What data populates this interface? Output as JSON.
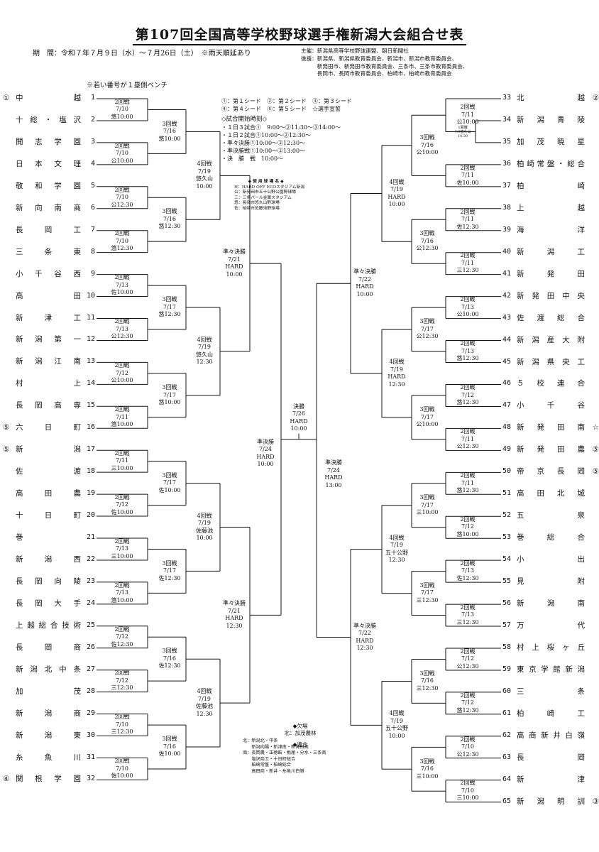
{
  "title": "第107回全国高等学校野球選手権新潟大会組合せ表",
  "period": "期　間：令和７年７月９日（水）～７月26日（土）　※雨天順延あり",
  "hosts": [
    "主催：新潟県高等学校野球連盟、朝日新聞社",
    "後援：新潟県、新潟県教育委員会、新潟市、新潟市教育委員会、",
    "　　　新発田市、新発田市教育委員会、三条市、三条市教育委員会、",
    "　　　長岡市、長岡市教育委員会、柏崎市、柏崎市教育委員会"
  ],
  "bench_note": "※若い番号が１塁側ベンチ",
  "seeds": [
    "①：第１シード　②：第２シード　③：第３シード",
    "④：第４シード　⑤：第５シード　☆選手宣誓"
  ],
  "times_title": "◇試合開始時刻◇",
  "times": [
    "・１日３試合①　9:00～②11:30～③14:00～",
    "・１日２試合①10:00～②12:30～",
    "・準々決勝①10:00～②12:30～",
    "・準決勝戦①10:00～②13:00～",
    "・決　勝　戦　10:00～"
  ],
  "venues_title": "◆ 使 用 球 場 名 ◆",
  "venues": [
    "H：HARD OFF ECOスタジアム新潟",
    "公：新発田市五十公野公園野球場",
    "三：三条パール金属スタジアム",
    "悠：長岡市悠久山野球場",
    "佐：柏崎市佐藤池野球場"
  ],
  "absent_title": "◆欠場",
  "absent": "北：加茂農林",
  "alliance_title": "◆連合",
  "alliance": [
    "北：新潟北・中条",
    "　　新潟向陽・新津南・新発田商",
    "南：長岡農・正徳館・栃尾・分水・三条商",
    "　　塩沢商工・十日町総合",
    "　　柏崎常盤・柏崎総合",
    "　　高田商・新井・糸魚川白嶺"
  ],
  "teams_left": [
    {
      "num": "1",
      "name": "中越",
      "seed": "①"
    },
    {
      "num": "2",
      "name": "十総・塩沢",
      "seed": ""
    },
    {
      "num": "3",
      "name": "開志学園",
      "seed": ""
    },
    {
      "num": "4",
      "name": "日本文理",
      "seed": ""
    },
    {
      "num": "5",
      "name": "敬和学園",
      "seed": ""
    },
    {
      "num": "6",
      "name": "新向南商",
      "seed": ""
    },
    {
      "num": "7",
      "name": "長岡工",
      "seed": ""
    },
    {
      "num": "8",
      "name": "三条東",
      "seed": ""
    },
    {
      "num": "9",
      "name": "小千谷西",
      "seed": ""
    },
    {
      "num": "10",
      "name": "高田",
      "seed": ""
    },
    {
      "num": "11",
      "name": "新津工",
      "seed": ""
    },
    {
      "num": "12",
      "name": "新潟第一",
      "seed": ""
    },
    {
      "num": "13",
      "name": "新潟江南",
      "seed": ""
    },
    {
      "num": "14",
      "name": "村上",
      "seed": ""
    },
    {
      "num": "15",
      "name": "長岡高専",
      "seed": ""
    },
    {
      "num": "16",
      "name": "六日町",
      "seed": "⑤"
    },
    {
      "num": "17",
      "name": "新潟",
      "seed": "⑤"
    },
    {
      "num": "18",
      "name": "佐渡",
      "seed": ""
    },
    {
      "num": "19",
      "name": "高田農",
      "seed": ""
    },
    {
      "num": "20",
      "name": "十日町",
      "seed": ""
    },
    {
      "num": "21",
      "name": "巻",
      "seed": ""
    },
    {
      "num": "22",
      "name": "新潟西",
      "seed": ""
    },
    {
      "num": "23",
      "name": "長岡向陵",
      "seed": ""
    },
    {
      "num": "24",
      "name": "長岡大手",
      "seed": ""
    },
    {
      "num": "25",
      "name": "上越総合技術",
      "seed": ""
    },
    {
      "num": "26",
      "name": "長岡商",
      "seed": ""
    },
    {
      "num": "27",
      "name": "新潟北中条",
      "seed": ""
    },
    {
      "num": "28",
      "name": "加茂",
      "seed": ""
    },
    {
      "num": "29",
      "name": "新潟商",
      "seed": ""
    },
    {
      "num": "30",
      "name": "新潟東",
      "seed": ""
    },
    {
      "num": "31",
      "name": "糸魚川",
      "seed": ""
    },
    {
      "num": "32",
      "name": "関根学園",
      "seed": "④"
    }
  ],
  "teams_right": [
    {
      "num": "33",
      "name": "北越",
      "seed": "②"
    },
    {
      "num": "34",
      "name": "新潟青陵",
      "seed": ""
    },
    {
      "num": "35",
      "name": "加茂暁星",
      "seed": ""
    },
    {
      "num": "36",
      "name": "柏崎常盤・総合",
      "seed": ""
    },
    {
      "num": "37",
      "name": "柏崎",
      "seed": ""
    },
    {
      "num": "38",
      "name": "上越",
      "seed": ""
    },
    {
      "num": "39",
      "name": "海洋",
      "seed": ""
    },
    {
      "num": "40",
      "name": "新潟工",
      "seed": ""
    },
    {
      "num": "41",
      "name": "新発田",
      "seed": ""
    },
    {
      "num": "42",
      "name": "新発田中央",
      "seed": ""
    },
    {
      "num": "43",
      "name": "佐渡総合",
      "seed": ""
    },
    {
      "num": "44",
      "name": "新潟産大附",
      "seed": ""
    },
    {
      "num": "45",
      "name": "新潟県央工",
      "seed": ""
    },
    {
      "num": "46",
      "name": "５校連合",
      "seed": ""
    },
    {
      "num": "47",
      "name": "小千谷",
      "seed": ""
    },
    {
      "num": "48",
      "name": "新発田南",
      "seed": "☆"
    },
    {
      "num": "49",
      "name": "新発田農",
      "seed": "⑤"
    },
    {
      "num": "50",
      "name": "帝京長岡",
      "seed": "⑤"
    },
    {
      "num": "51",
      "name": "高田北城",
      "seed": ""
    },
    {
      "num": "52",
      "name": "五泉",
      "seed": ""
    },
    {
      "num": "53",
      "name": "巻総合",
      "seed": ""
    },
    {
      "num": "54",
      "name": "小出",
      "seed": ""
    },
    {
      "num": "55",
      "name": "見附",
      "seed": ""
    },
    {
      "num": "56",
      "name": "新潟南",
      "seed": ""
    },
    {
      "num": "57",
      "name": "万代",
      "seed": ""
    },
    {
      "num": "58",
      "name": "村上桜ヶ丘",
      "seed": ""
    },
    {
      "num": "59",
      "name": "東京学館新潟",
      "seed": ""
    },
    {
      "num": "60",
      "name": "三条",
      "seed": ""
    },
    {
      "num": "61",
      "name": "柏崎工",
      "seed": ""
    },
    {
      "num": "62",
      "name": "高商新井白嶺",
      "seed": ""
    },
    {
      "num": "63",
      "name": "長岡",
      "seed": ""
    },
    {
      "num": "64",
      "name": "新津",
      "seed": ""
    },
    {
      "num": "65",
      "name": "新潟明訓",
      "seed": "③"
    }
  ],
  "games": {
    "L_r2": [
      [
        "2回戦",
        "7/10",
        "悠10:00"
      ],
      [
        "2回戦",
        "7/10",
        "公10:00"
      ],
      [
        "2回戦",
        "7/10",
        "公12:30"
      ],
      [
        "2回戦",
        "7/10",
        "悠12:30"
      ],
      [
        "2回戦",
        "7/13",
        "佐10:00"
      ],
      [
        "2回戦",
        "7/13",
        "公12:30"
      ],
      [
        "2回戦",
        "7/12",
        "公10:00"
      ],
      [
        "2回戦",
        "7/11",
        "悠10:00"
      ],
      [
        "2回戦",
        "7/11",
        "三10:00"
      ],
      [
        "2回戦",
        "7/12",
        "佐10:00"
      ],
      [
        "2回戦",
        "7/13",
        "三10:00"
      ],
      [
        "2回戦",
        "7/13",
        "悠10:00"
      ],
      [
        "2回戦",
        "7/12",
        "佐12:30"
      ],
      [
        "2回戦",
        "7/12",
        "三12:30"
      ],
      [
        "2回戦",
        "7/10",
        "三12:30"
      ],
      [
        "2回戦",
        "7/10",
        "佐10:00"
      ]
    ],
    "L_r3": [
      [
        "3回戦",
        "7/16",
        "悠10:00"
      ],
      [
        "3回戦",
        "7/16",
        "悠12:30"
      ],
      [
        "3回戦",
        "7/17",
        "悠12:30"
      ],
      [
        "3回戦",
        "7/17",
        "悠10:00"
      ],
      [
        "3回戦",
        "7/17",
        "佐10:00"
      ],
      [
        "3回戦",
        "7/17",
        "佐12:30"
      ],
      [
        "3回戦",
        "7/16",
        "佐12:30"
      ],
      [
        "3回戦",
        "7/16",
        "佐10:00"
      ]
    ],
    "L_r4": [
      [
        "4回戦",
        "7/19",
        "悠久山",
        "10:00"
      ],
      [
        "4回戦",
        "7/19",
        "悠久山",
        "12:30"
      ],
      [
        "4回戦",
        "7/19",
        "佐藤池",
        "10:00"
      ],
      [
        "4回戦",
        "7/19",
        "佐藤池",
        "12:30"
      ]
    ],
    "L_qf": [
      [
        "準々決勝",
        "7/21",
        "HARD",
        "10:00"
      ],
      [
        "準々決勝",
        "7/21",
        "HARD",
        "12:30"
      ]
    ],
    "L_sf": [
      "準決勝",
      "7/24",
      "HARD",
      "10:00"
    ],
    "final": [
      "決勝",
      "7/26",
      "HARD",
      "10:00"
    ],
    "R_sf": [
      "準決勝",
      "7/24",
      "HARD",
      "13:00"
    ],
    "R_qf": [
      [
        "準々決勝",
        "7/22",
        "HARD",
        "10:00"
      ],
      [
        "準々決勝",
        "7/22",
        "HARD",
        "12:30"
      ]
    ],
    "R_r4": [
      [
        "4回戦",
        "7/19",
        "HARD",
        "10:00"
      ],
      [
        "4回戦",
        "7/19",
        "HARD",
        "12:30"
      ],
      [
        "4回戦",
        "7/19",
        "五十公野",
        "12:30"
      ],
      [
        "4回戦",
        "7/19",
        "五十公野",
        "10:00"
      ]
    ],
    "R_r3": [
      [
        "3回戦",
        "7/16",
        "公10:00"
      ],
      [
        "3回戦",
        "7/16",
        "公12:30"
      ],
      [
        "3回戦",
        "7/17",
        "公12:30"
      ],
      [
        "3回戦",
        "7/17",
        "公10:00"
      ],
      [
        "3回戦",
        "7/17",
        "三10:00"
      ],
      [
        "3回戦",
        "7/17",
        "三12:30"
      ],
      [
        "3回戦",
        "7/16",
        "三12:30"
      ],
      [
        "3回戦",
        "7/16",
        "三10:00"
      ]
    ],
    "R_r2": [
      [
        "2回戦",
        "7/11",
        "公10:00"
      ],
      [
        "2回戦",
        "7/11",
        "佐10:00"
      ],
      [
        "2回戦",
        "7/11",
        "佐12:30"
      ],
      [
        "2回戦",
        "7/11",
        "三12:30"
      ],
      [
        "2回戦",
        "7/13",
        "公10:00"
      ],
      [
        "2回戦",
        "7/13",
        "悠12:30"
      ],
      [
        "2回戦",
        "7/12",
        "悠12:30"
      ],
      [
        "2回戦",
        "7/11",
        "公12:30"
      ],
      [
        "2回戦",
        "7/11",
        "悠12:30"
      ],
      [
        "2回戦",
        "7/12",
        "悠10:00"
      ],
      [
        "2回戦",
        "7/13",
        "佐12:30"
      ],
      [
        "2回戦",
        "7/13",
        "三12:30"
      ],
      [
        "2回戦",
        "7/12",
        "公12:30"
      ],
      [
        "2回戦",
        "7/12",
        "悠12:30"
      ],
      [
        "2回戦",
        "7/10",
        "公12:30"
      ],
      [
        "2回戦",
        "7/10",
        "三10:00"
      ]
    ],
    "R_r1": [
      "1回戦",
      "7/9悠久山",
      "14:30"
    ]
  }
}
